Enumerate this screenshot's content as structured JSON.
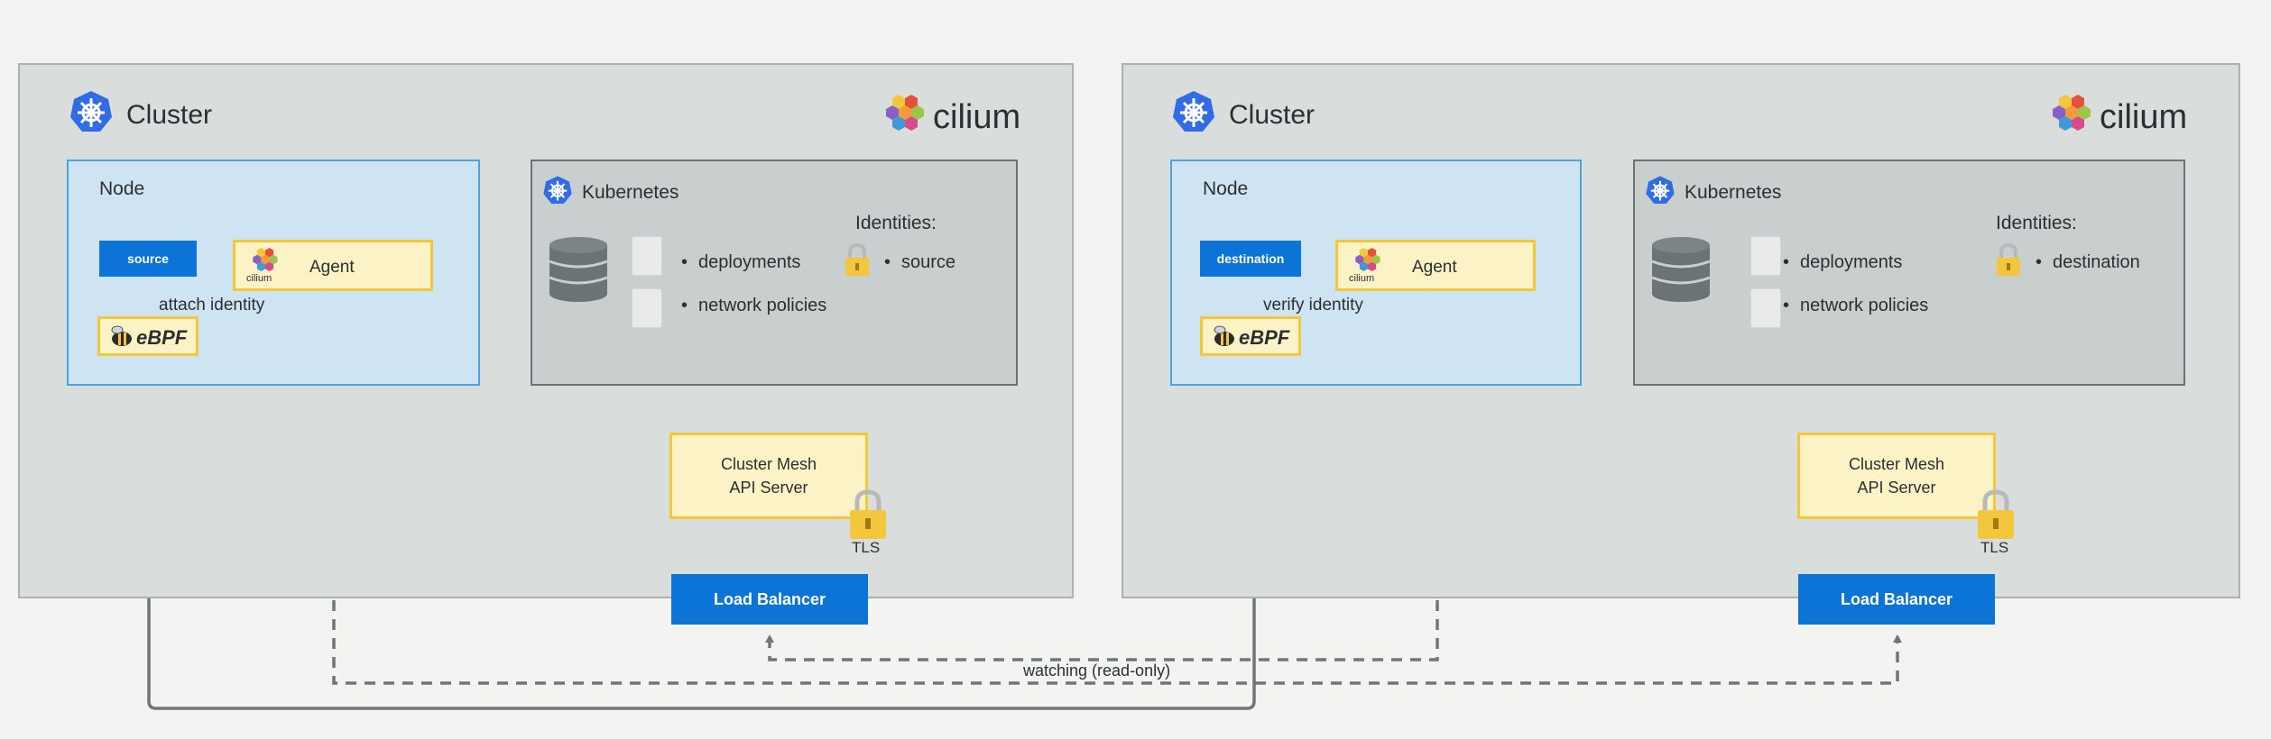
{
  "left_cluster": {
    "title": "Cluster",
    "brand": "cilium",
    "node_label": "Node",
    "pod_label": "source",
    "agent_label": "Agent",
    "agent_logo_text": "cilium",
    "attach_text": "attach identity",
    "ebpf_label": "eBPF",
    "k8s_title": "Kubernetes",
    "resources": [
      "deployments",
      "network policies"
    ],
    "identities_title": "Identities:",
    "identity": "source",
    "mesh_api": [
      "Cluster Mesh",
      "API Server"
    ],
    "tls": "TLS",
    "load_balancer": "Load Balancer"
  },
  "right_cluster": {
    "title": "Cluster",
    "brand": "cilium",
    "node_label": "Node",
    "pod_label": "destination",
    "agent_label": "Agent",
    "agent_logo_text": "cilium",
    "verify_text": "verify identity",
    "ebpf_label": "eBPF",
    "k8s_title": "Kubernetes",
    "resources": [
      "deployments",
      "network policies"
    ],
    "identities_title": "Identities:",
    "identity": "destination",
    "mesh_api": [
      "Cluster Mesh",
      "API Server"
    ],
    "tls": "TLS",
    "load_balancer": "Load Balancer"
  },
  "watching_label": "watching (read-only)",
  "colors": {
    "cluster_bg": "#d9dedd",
    "node_bg": "#cfe4f3",
    "node_border": "#4aa3e3",
    "accent_blue": "#0b74d6",
    "yellow_bg": "#fbf3c5",
    "yellow_border": "#f2c73b",
    "lock": "#f2c73b",
    "connector": "#6f7679"
  }
}
